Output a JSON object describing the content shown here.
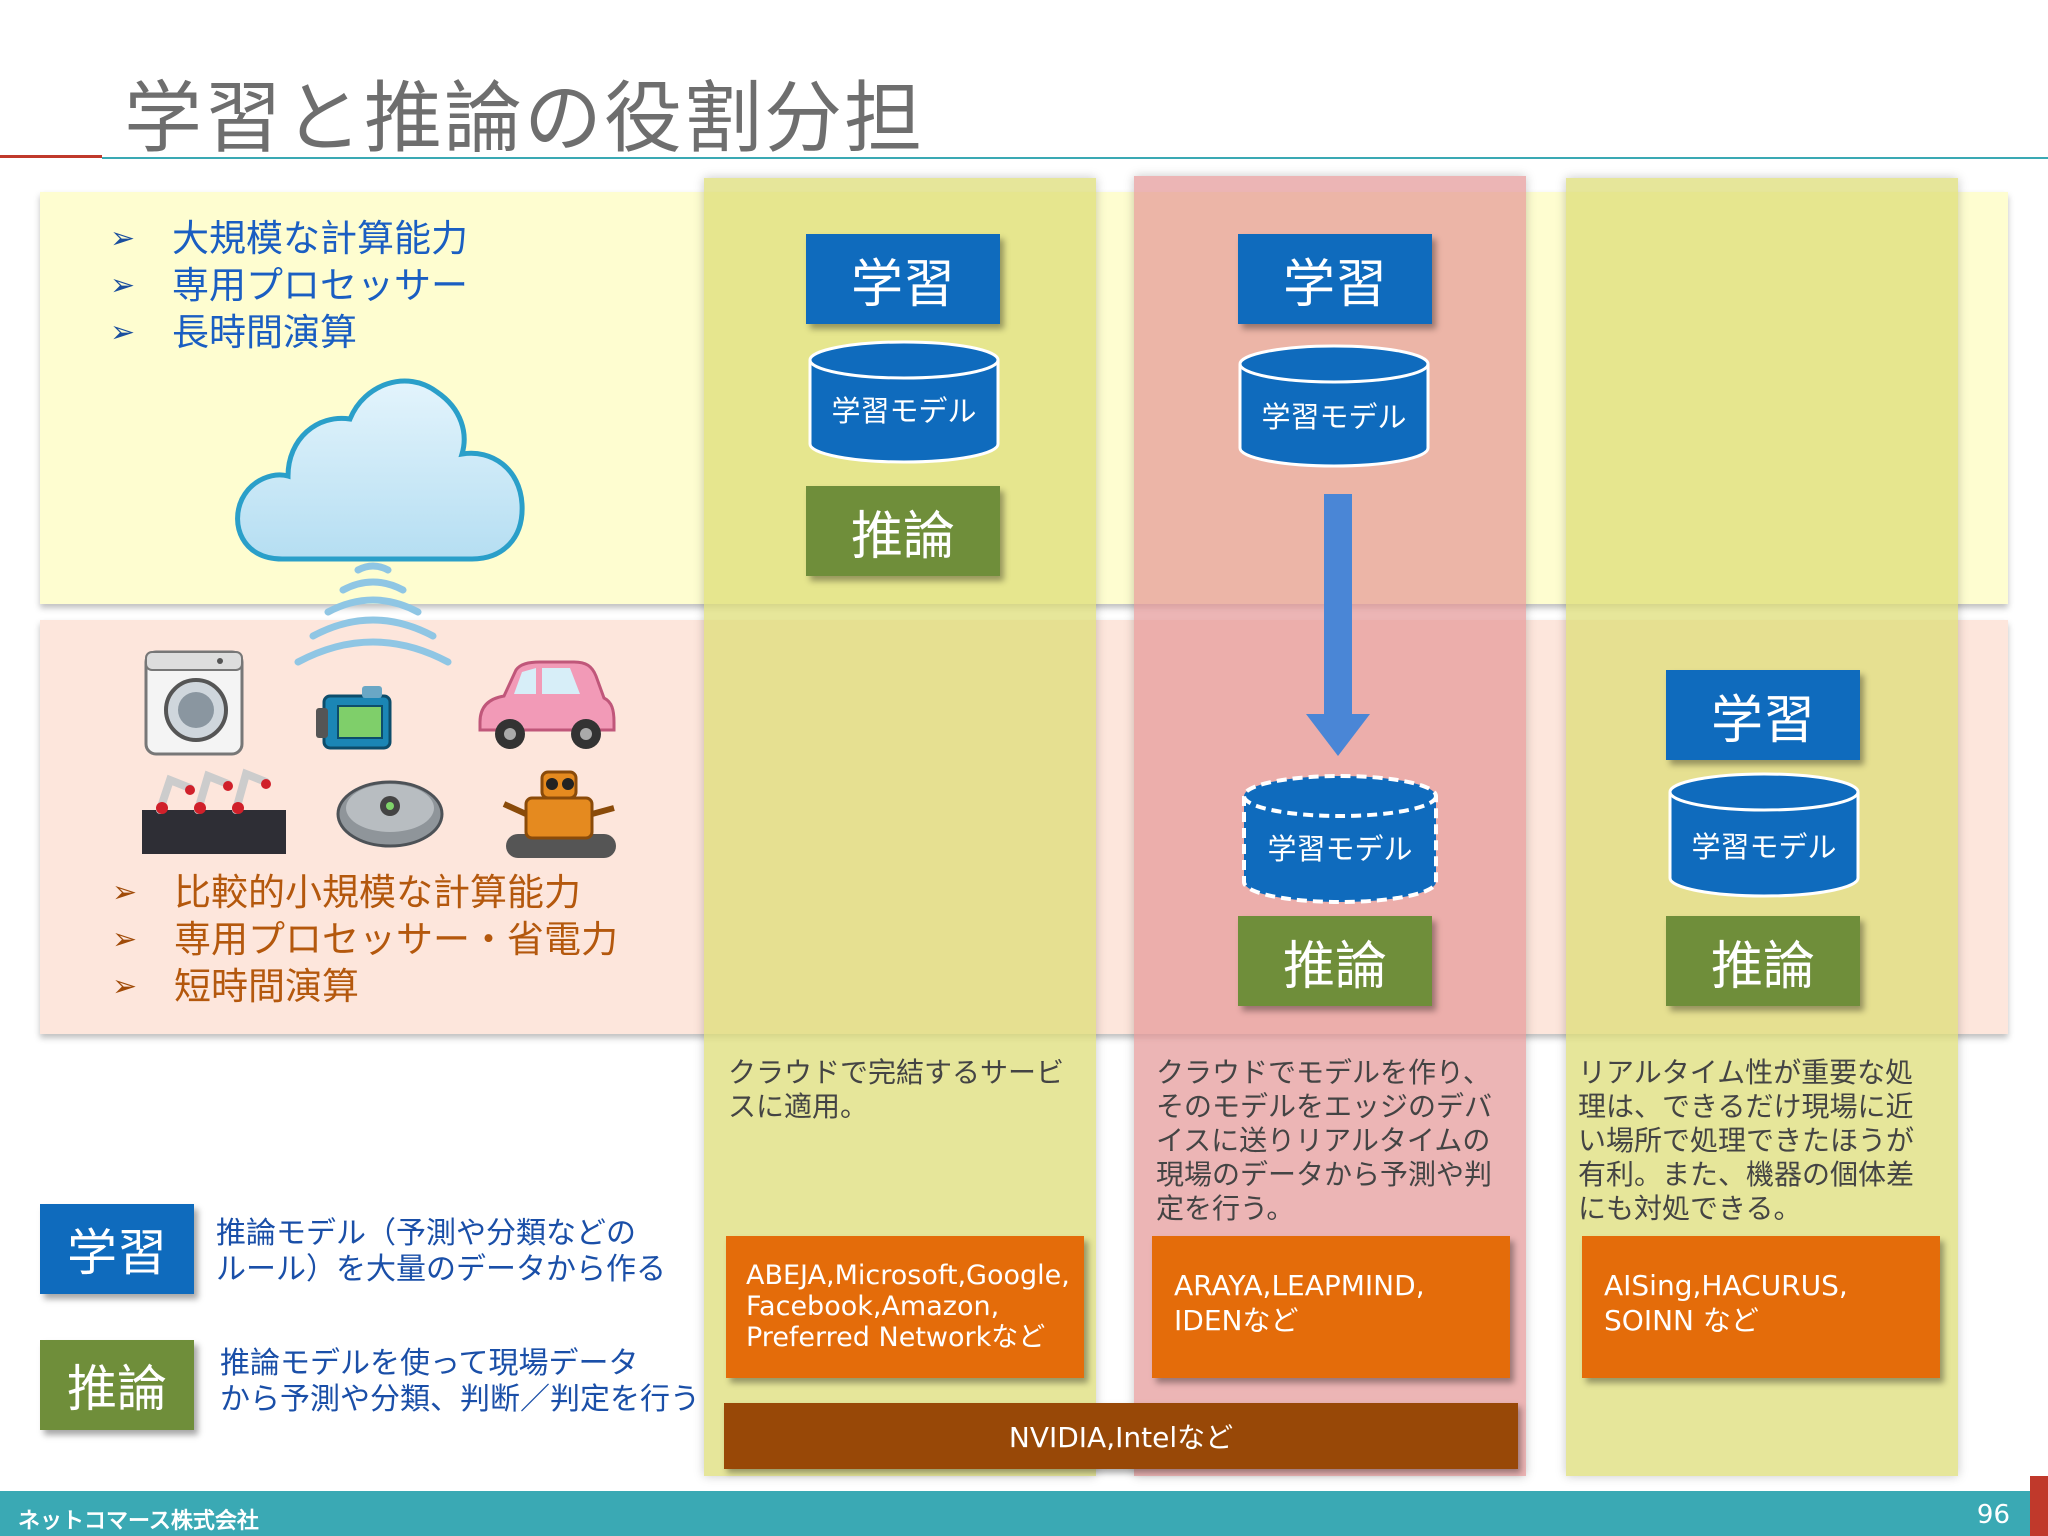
{
  "title": "学習と推論の役割分担",
  "cloud_features": [
    "大規模な計算能力",
    "専用プロセッサー",
    "長時間演算"
  ],
  "edge_features": [
    "比較的小規模な計算能力",
    "専用プロセッサー・省電力",
    "短時間演算"
  ],
  "bullet_mark": "➢",
  "box_learning": "学習",
  "box_inference": "推論",
  "model_label": "学習モデル",
  "columns": [
    {
      "description": "クラウドで完結するサービスに適用。",
      "description_lines": [
        "クラウドで完結するサービ",
        "スに適用。"
      ],
      "vendors_lines": [
        "ABEJA,Microsoft,Google,",
        "Facebook,Amazon,",
        "Preferred Networkなど"
      ]
    },
    {
      "description_lines": [
        "クラウドでモデルを作り、",
        "そのモデルをエッジのデバ",
        "イスに送りリアルタイムの",
        "現場のデータから予測や判",
        "定を行う。"
      ],
      "vendors_lines": [
        "ARAYA,LEAPMIND,",
        "IDENなど"
      ]
    },
    {
      "description_lines": [
        "リアルタイム性が重要な処",
        "理は、できるだけ現場に近",
        "い場所で処理できたほうが",
        "有利。また、機器の個体差",
        "にも対処できる。"
      ],
      "vendors_lines": [
        "AISing,HACURUS,",
        "SOINN など"
      ]
    }
  ],
  "hardware_vendors": "NVIDIA,Intelなど",
  "legend": {
    "learning_label": "学習",
    "learning_desc_lines": [
      "推論モデル（予測や分類などの",
      "ルール）を大量のデータから作る"
    ],
    "inference_label": "推論",
    "inference_desc_lines": [
      "推論モデルを使って現場データ",
      "から予測や分類、判断／判定を行う"
    ]
  },
  "footer": {
    "company": "ネットコマース株式会社",
    "page": "96"
  },
  "colors": {
    "learning_blue": "#0f6bbd",
    "inference_green": "#6f8e3a",
    "vendor_orange": "#e46c0a",
    "hardware_brown": "#984807",
    "footer_teal": "#3aa9b4",
    "cloud_band": "#fefdd0",
    "edge_band": "#fde6dc"
  },
  "icons": [
    "cloud-icon",
    "wifi-signal-icon",
    "washing-machine-icon",
    "camera-icon",
    "car-icon",
    "industrial-robot-icon",
    "robot-vacuum-icon",
    "crawler-robot-icon",
    "arrow-down-icon"
  ]
}
